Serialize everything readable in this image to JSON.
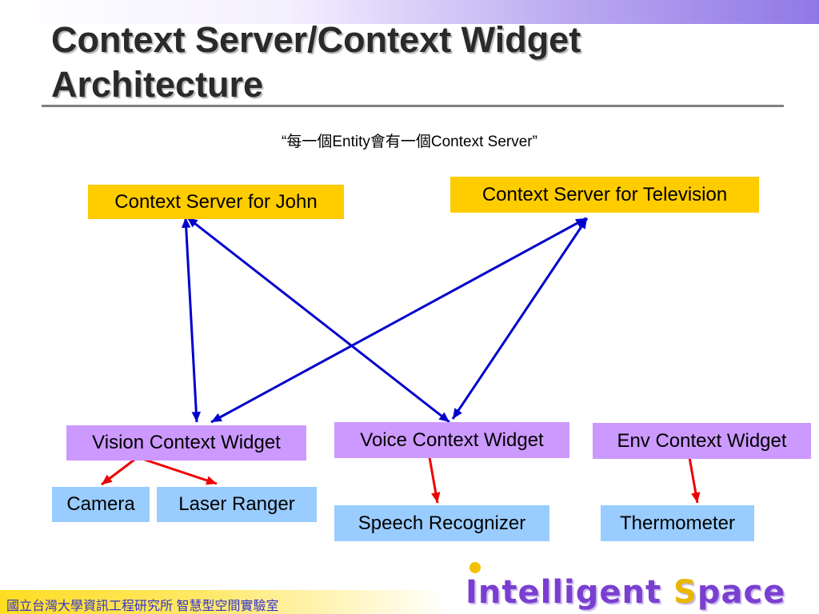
{
  "slide": {
    "title_line1": "Context Server/Context Widget",
    "title_line2": "Architecture",
    "subtitle": "“每一個Entity會有一個Context Server”"
  },
  "servers": [
    {
      "id": "john",
      "label": "Context Server for John"
    },
    {
      "id": "tv",
      "label": "Context Server for Television"
    }
  ],
  "widgets": [
    {
      "id": "vision",
      "label": "Vision Context Widget"
    },
    {
      "id": "voice",
      "label": "Voice Context Widget"
    },
    {
      "id": "env",
      "label": "Env Context Widget"
    }
  ],
  "sensors": [
    {
      "id": "camera",
      "label": "Camera"
    },
    {
      "id": "laser",
      "label": "Laser Ranger"
    },
    {
      "id": "speech",
      "label": "Speech Recognizer"
    },
    {
      "id": "thermo",
      "label": "Thermometer"
    }
  ],
  "connections": [
    {
      "from": "john",
      "to": "vision",
      "kind": "bidirectional",
      "color": "#0000cc"
    },
    {
      "from": "john",
      "to": "voice",
      "kind": "bidirectional",
      "color": "#0000cc"
    },
    {
      "from": "tv",
      "to": "vision",
      "kind": "bidirectional",
      "color": "#0000cc"
    },
    {
      "from": "tv",
      "to": "voice",
      "kind": "bidirectional",
      "color": "#0000cc"
    },
    {
      "from": "vision",
      "to": "camera",
      "kind": "directed",
      "color": "#ee0000"
    },
    {
      "from": "vision",
      "to": "laser",
      "kind": "directed",
      "color": "#ee0000"
    },
    {
      "from": "voice",
      "to": "speech",
      "kind": "directed",
      "color": "#ee0000"
    },
    {
      "from": "env",
      "to": "thermo",
      "kind": "directed",
      "color": "#ee0000"
    }
  ],
  "colors": {
    "server_fill": "#ffcc00",
    "widget_fill": "#cc99ff",
    "sensor_fill": "#99ccff",
    "server_link": "#0000cc",
    "sensor_link": "#ee0000"
  },
  "footer": {
    "institution": "國立台灣大學資訊工程研究所 智慧型空間實驗室"
  },
  "logo": {
    "first_initial": "I",
    "first_rest": "ntelligent",
    "second_initial": "S",
    "second_rest": "pace"
  }
}
